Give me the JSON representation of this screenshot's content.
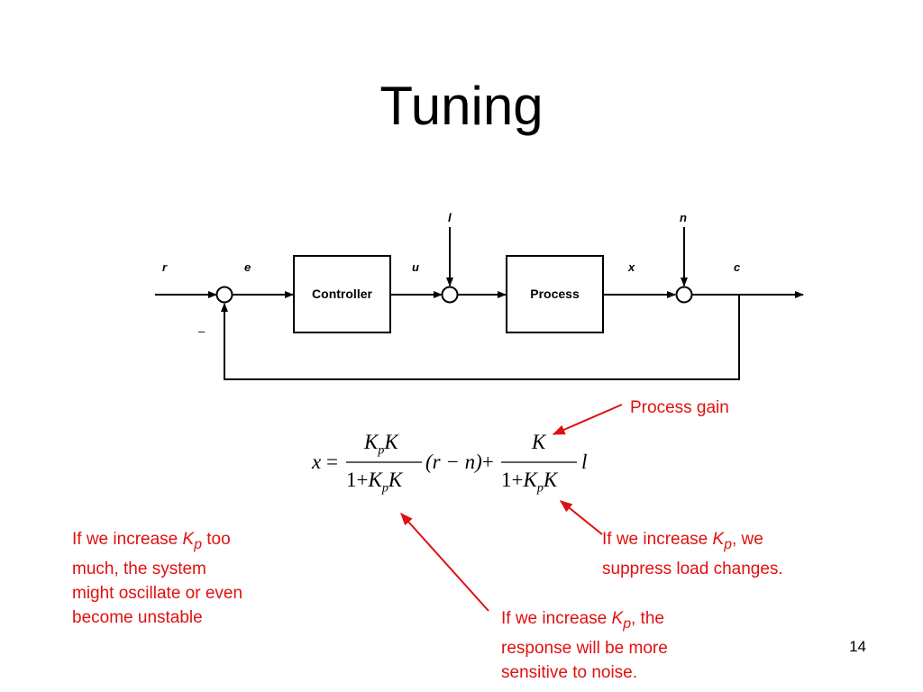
{
  "slide": {
    "title": "Tuning",
    "page_number": "14"
  },
  "diagram": {
    "signals": {
      "r": "r",
      "e": "e",
      "u": "u",
      "l": "l",
      "x": "x",
      "n": "n",
      "c": "c"
    },
    "minus_sign": "–",
    "blocks": {
      "controller": "Controller",
      "process": "Process"
    }
  },
  "equation": {
    "lhs": "x",
    "equals": "=",
    "frac1_num_K": "K",
    "frac1_num_sub": "p",
    "frac1_num_K2": "K",
    "frac1_den_one": "1",
    "frac1_den_plus": "+",
    "frac1_den_K": "K",
    "frac1_den_sub": "p",
    "frac1_den_K2": "K",
    "paren_expr": "(r − n)",
    "plus": "+",
    "frac2_num": "K",
    "frac2_den_one": "1",
    "frac2_den_plus": "+",
    "frac2_den_K": "K",
    "frac2_den_sub": "p",
    "frac2_den_K2": "K",
    "tail": "l"
  },
  "annotations": {
    "process_gain": "Process gain",
    "left": {
      "line1_pre": "If we increase ",
      "line1_k": "K",
      "line1_sub": "p",
      "line1_post": " too",
      "line2": "much, the system",
      "line3": "might oscillate or even",
      "line4": "become unstable"
    },
    "right": {
      "line1_pre": "If we increase ",
      "line1_k": "K",
      "line1_sub": "p",
      "line1_post": ", we",
      "line2": "suppress load changes."
    },
    "bottom": {
      "line1_pre": "If we increase ",
      "line1_k": "K",
      "line1_sub": "p",
      "line1_post": ", the",
      "line2": "response will be more",
      "line3": "sensitive to noise."
    }
  },
  "colors": {
    "annotation": "#e01010",
    "diagram": "#000000"
  }
}
